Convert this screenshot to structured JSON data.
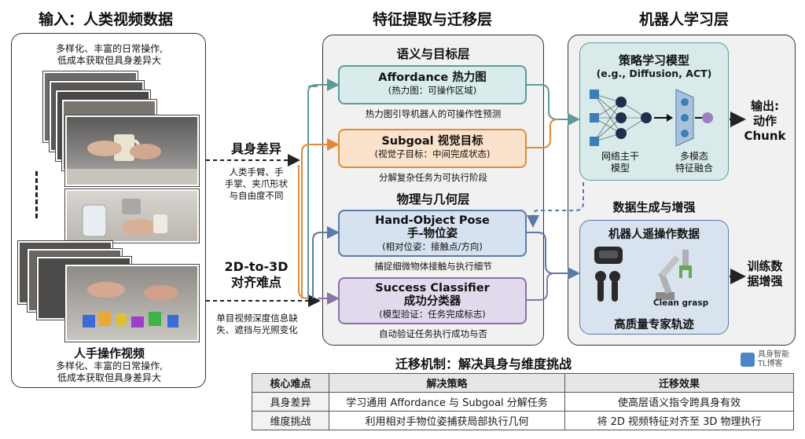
{
  "columns": {
    "input_title": "输入：人类视频数据",
    "feature_title": "特征提取与迁移层",
    "robot_title": "机器人学习层"
  },
  "input_panel": {
    "top_text": [
      "多样化、丰富的日常操作,",
      "低成本获取但具身差异大"
    ],
    "bottom_title": "人手操作视频",
    "bottom_text": [
      "多样化、丰富的日常操作,",
      "低成本获取但具身差异大"
    ]
  },
  "challenges": {
    "embodiment_title": "具身差异",
    "embodiment_desc": [
      "人类手臂、手",
      "手掌、夹爪形状",
      "与自由度不同"
    ],
    "alignment_title": [
      "2D-to-3D",
      "对齐难点"
    ],
    "alignment_desc": [
      "单目视频深度信息缺",
      "失、遮挡与光照变化"
    ]
  },
  "feature_panel": {
    "semantic_title": "语义与目标层",
    "physical_title": "物理与几何层",
    "boxes": [
      {
        "title": "Affordance 热力图",
        "sub": "(热力图：可操作区域)",
        "caption": "热力图引导机器人的可操作性预测"
      },
      {
        "title": "Subgoal 视觉目标",
        "sub": "(视觉子目标：中间完成状态)",
        "caption": "分解复杂任务为可执行阶段"
      },
      {
        "title": "Hand-Object Pose",
        "title2": "手-物位姿",
        "sub": "(相对位姿：接触点/方向)",
        "caption": "捕捉细微物体接触与执行细节"
      },
      {
        "title": "Success Classifier",
        "title2": "成功分类器",
        "sub": "(模型验证：任务完成标志)",
        "caption": "自动验证任务执行成功与否"
      }
    ]
  },
  "policy_panel": {
    "title": "策略学习模型",
    "subtitle": "(e.g., Diffusion, ACT)",
    "backbone_label": [
      "网络主干",
      "模型"
    ],
    "fusion_label": [
      "多模态",
      "特征融合"
    ]
  },
  "output_action": [
    "输出:",
    "动作",
    "Chunk"
  ],
  "data_gen": {
    "title": "数据生成与增强",
    "panel_title": "机器人遥操作数据",
    "clean_grasp": "Clean grasp",
    "bottom": "高质量专家轨迹",
    "output": [
      "训练数",
      "据增强"
    ]
  },
  "mechanism": {
    "title": "迁移机制：解决具身与维度挑战",
    "headers": [
      "核心难点",
      "解决策略",
      "迁移效果"
    ],
    "rows": [
      [
        "具身差异",
        "学习通用 Affordance 与 Subgoal 分解任务",
        "使高层语义指令跨具身有效"
      ],
      [
        "维度挑战",
        "利用相对手物位姿捕获局部执行几何",
        "将 2D 视频特征对齐至 3D 物理执行"
      ]
    ]
  },
  "watermark": [
    "具身智能",
    "TL博客"
  ],
  "colors": {
    "teal": "#5d9a9a",
    "orange": "#e08a3a",
    "blue": "#5a7aa8",
    "purple": "#8a73a8"
  }
}
